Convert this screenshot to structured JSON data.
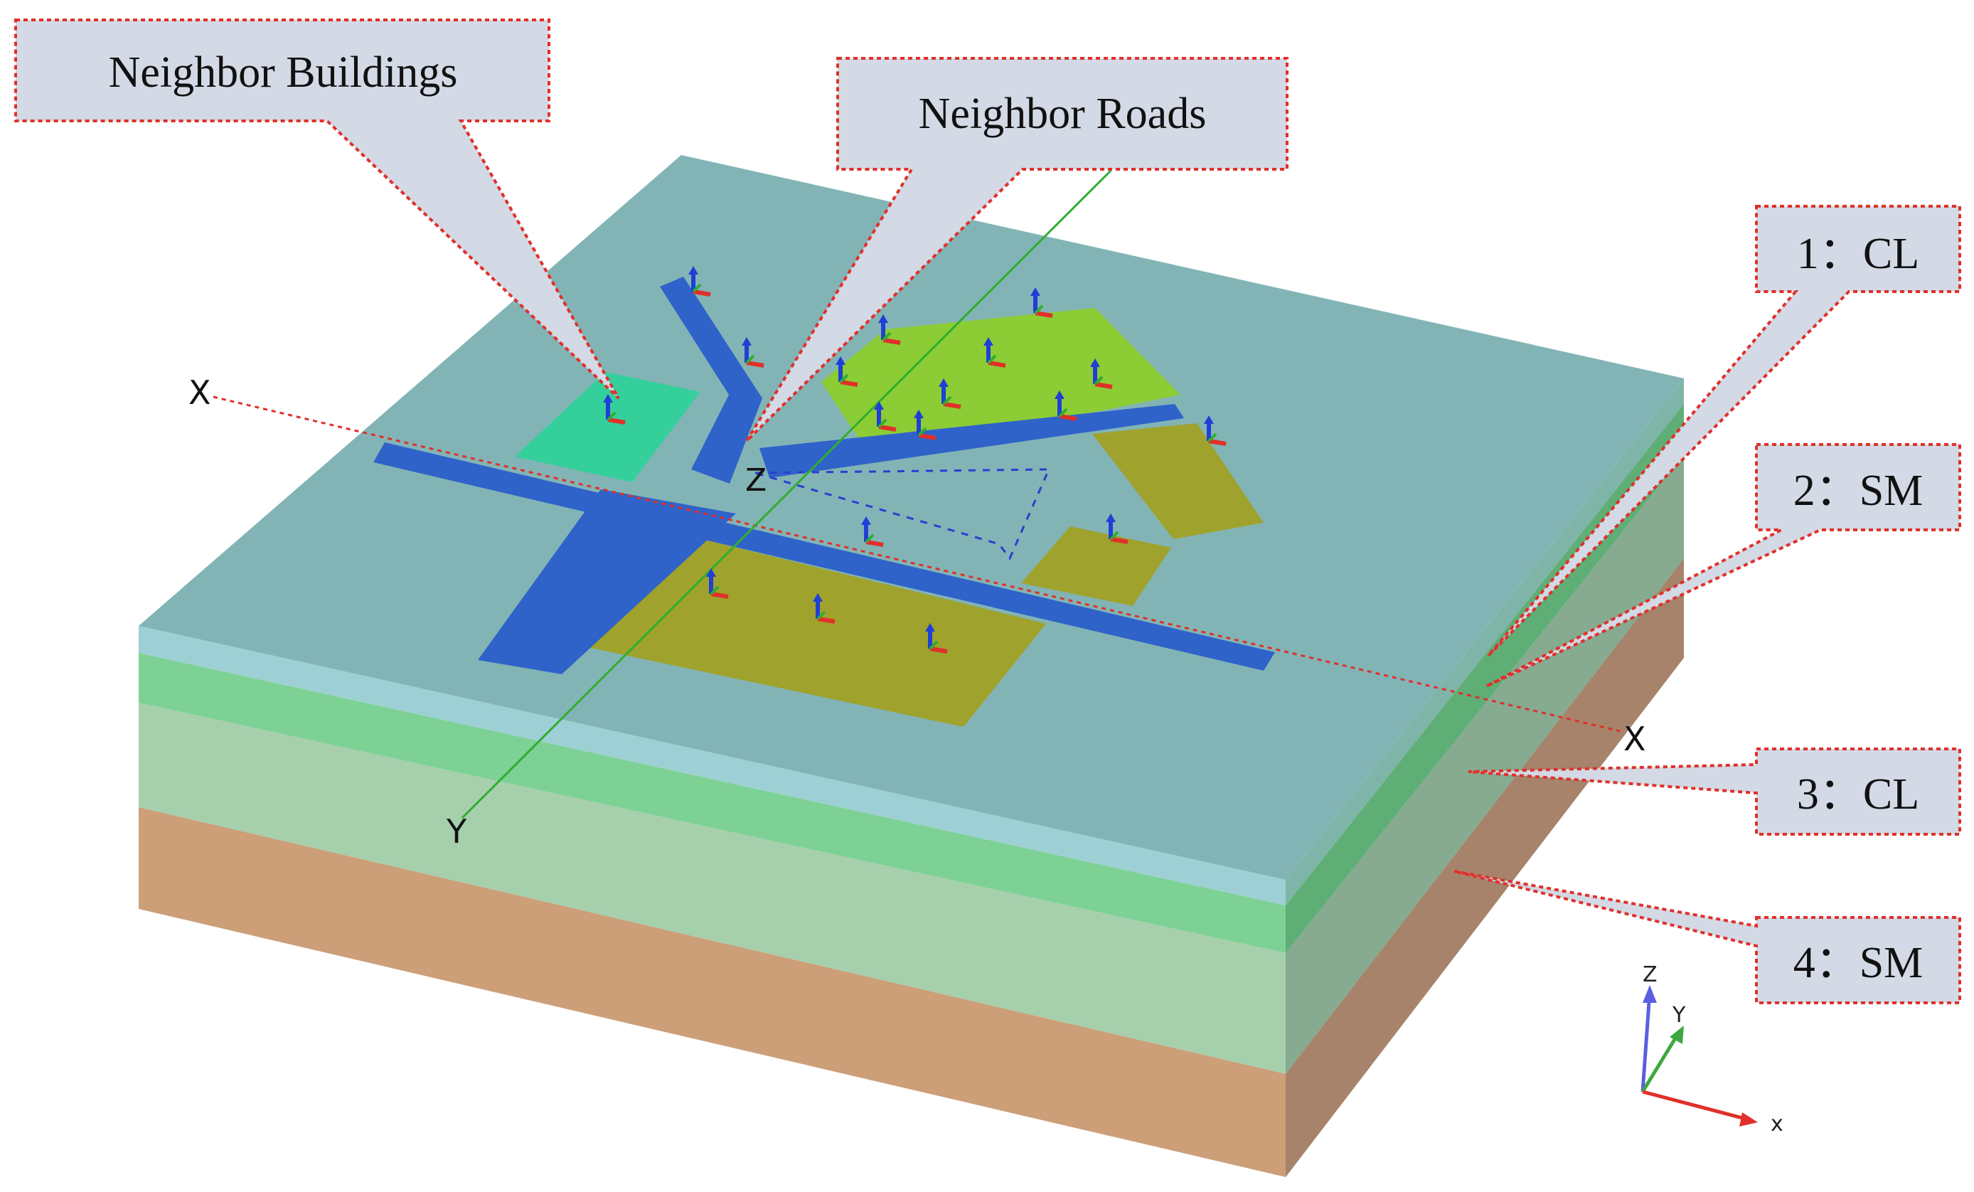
{
  "callouts": {
    "buildings": "Neighbor Buildings",
    "roads": "Neighbor  Roads"
  },
  "layers": [
    {
      "label": "1：CL"
    },
    {
      "label": "2：SM"
    },
    {
      "label": "3：CL"
    },
    {
      "label": "4：SM"
    }
  ],
  "axes": {
    "global_x": "X",
    "global_y": "Y",
    "global_z": "Z",
    "triad_x": "x",
    "triad_y": "Y",
    "triad_z": "Z"
  },
  "colors": {
    "ground_top": "#82b4b6",
    "layer1": "#9dd0d4",
    "layer2": "#7dd195",
    "layer3": "#a6cfac",
    "layer4": "#cc9f79",
    "road": "#2f63c9",
    "building_yellow": "#9fa22c",
    "building_lime": "#8ccc35",
    "building_teal": "#35cf9c",
    "callout_fill": "#d3d9e5",
    "callout_border": "#e0302a"
  }
}
